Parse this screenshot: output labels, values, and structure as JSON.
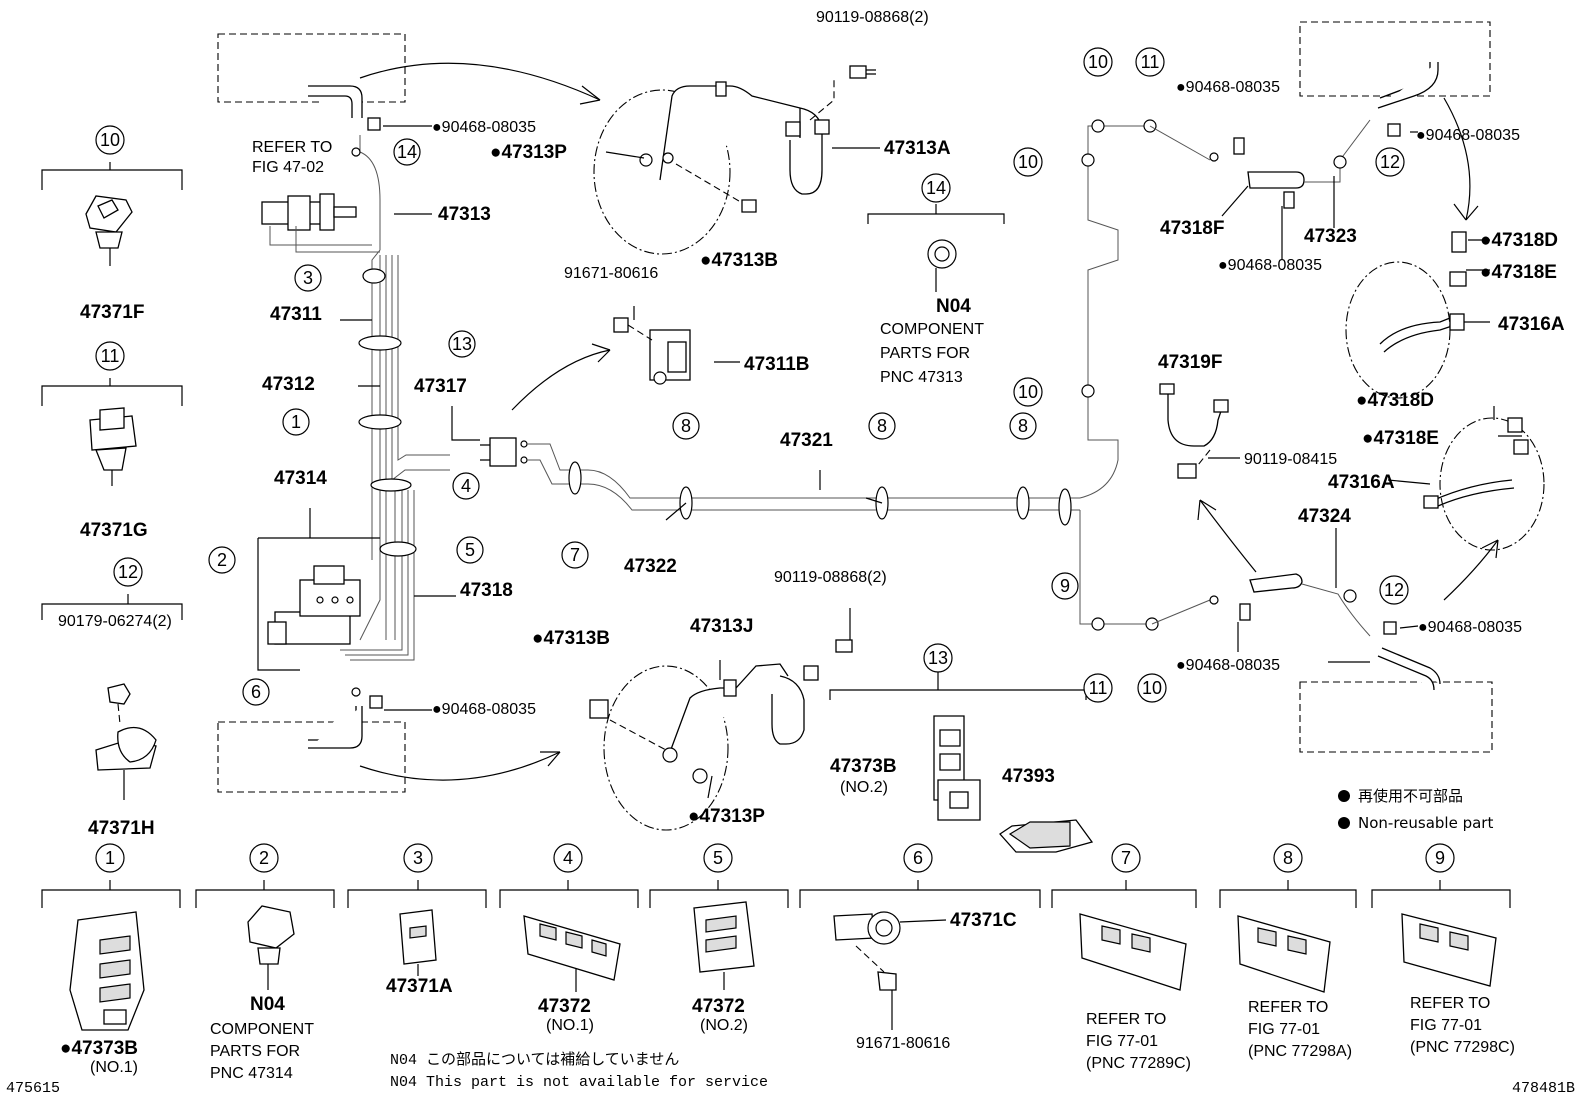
{
  "figure_id_left": "475615",
  "figure_id_right": "478481B",
  "legend": {
    "jp": "再使用不可部品",
    "en": "Non-reusable part"
  },
  "notes": {
    "jp": "N04 この部品については補給していません",
    "en": "N04 This part is not available for service"
  },
  "refs": {
    "fig4702_l1": "REFER TO",
    "fig4702_l2": "FIG 47-02",
    "n04_14_code": "N04",
    "n04_14_l1": "COMPONENT",
    "n04_14_l2": "PARTS FOR",
    "n04_14_l3": "PNC 47313",
    "n04_2_code": "N04",
    "n04_2_l1": "COMPONENT",
    "n04_2_l2": "PARTS FOR",
    "n04_2_l3": "PNC 47314",
    "r7_l1": "REFER TO",
    "r7_l2": "FIG 77-01",
    "r7_l3": "(PNC 77289C)",
    "r8_l1": "REFER TO",
    "r8_l2": "FIG 77-01",
    "r8_l3": "(PNC 77298A)",
    "r9_l1": "REFER TO",
    "r9_l2": "FIG 77-01",
    "r9_l3": "(PNC 77298C)"
  },
  "labels": {
    "p90119_08868_top": "90119-08868(2)",
    "p90468_a": "●90468-08035",
    "p47313P_a": "●47313P",
    "p47313A": "47313A",
    "p47313": "47313",
    "p47313B_a": "●47313B",
    "p91671_80616_a": "91671-80616",
    "p47311B": "47311B",
    "p47311": "47311",
    "p47312": "47312",
    "p47317": "47317",
    "p47314": "47314",
    "p47321": "47321",
    "p47322": "47322",
    "p47318": "47318",
    "p90468_b": "●90468-08035",
    "p90119_08868_mid": "90119-08868(2)",
    "p47313B_b": "●47313B",
    "p47313J": "47313J",
    "p47313P_b": "●47313P",
    "p47373B_no2": "47373B",
    "p47373B_no2_sub": "(NO.2)",
    "p47393": "47393",
    "p47318F": "47318F",
    "p90468_c": "●90468-08035",
    "p90468_d": "●90468-08035",
    "p47323": "47323",
    "p90468_e": "●90468-08035",
    "p47318D_a": "●47318D",
    "p47318E_a": "●47318E",
    "p47316A_a": "47316A",
    "p47319F": "47319F",
    "p90119_08415": "90119-08415",
    "p47318D_b": "●47318D",
    "p47318E_b": "●47318E",
    "p47316A_b": "47316A",
    "p47324": "47324",
    "p90468_f": "●90468-08035",
    "p90468_g": "●90468-08035",
    "p47371F": "47371F",
    "p47371G": "47371G",
    "p90179_06274": "90179-06274(2)",
    "p47371H": "47371H",
    "p47373B_no1": "●47373B",
    "p47373B_no1_sub": "(NO.1)",
    "p47371A": "47371A",
    "p47372_no1": "47372",
    "p47372_no1_sub": "(NO.1)",
    "p47372_no2": "47372",
    "p47372_no2_sub": "(NO.2)",
    "p47371C": "47371C",
    "p91671_80616_b": "91671-80616"
  },
  "callouts": {
    "c1": "1",
    "c2": "2",
    "c3": "3",
    "c4": "4",
    "c5": "5",
    "c6": "6",
    "c7": "7",
    "c8": "8",
    "c9": "9",
    "c10": "10",
    "c11": "11",
    "c12": "12",
    "c13": "13",
    "c14": "14"
  }
}
